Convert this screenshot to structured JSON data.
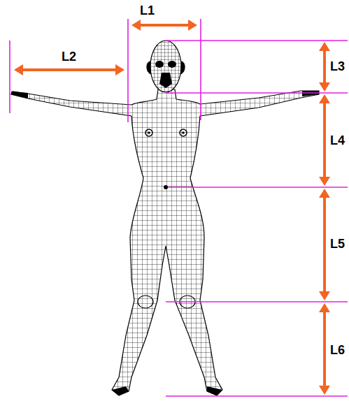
{
  "diagram": {
    "labels": [
      "L1",
      "L2",
      "L3",
      "L4",
      "L5",
      "L6"
    ]
  }
}
